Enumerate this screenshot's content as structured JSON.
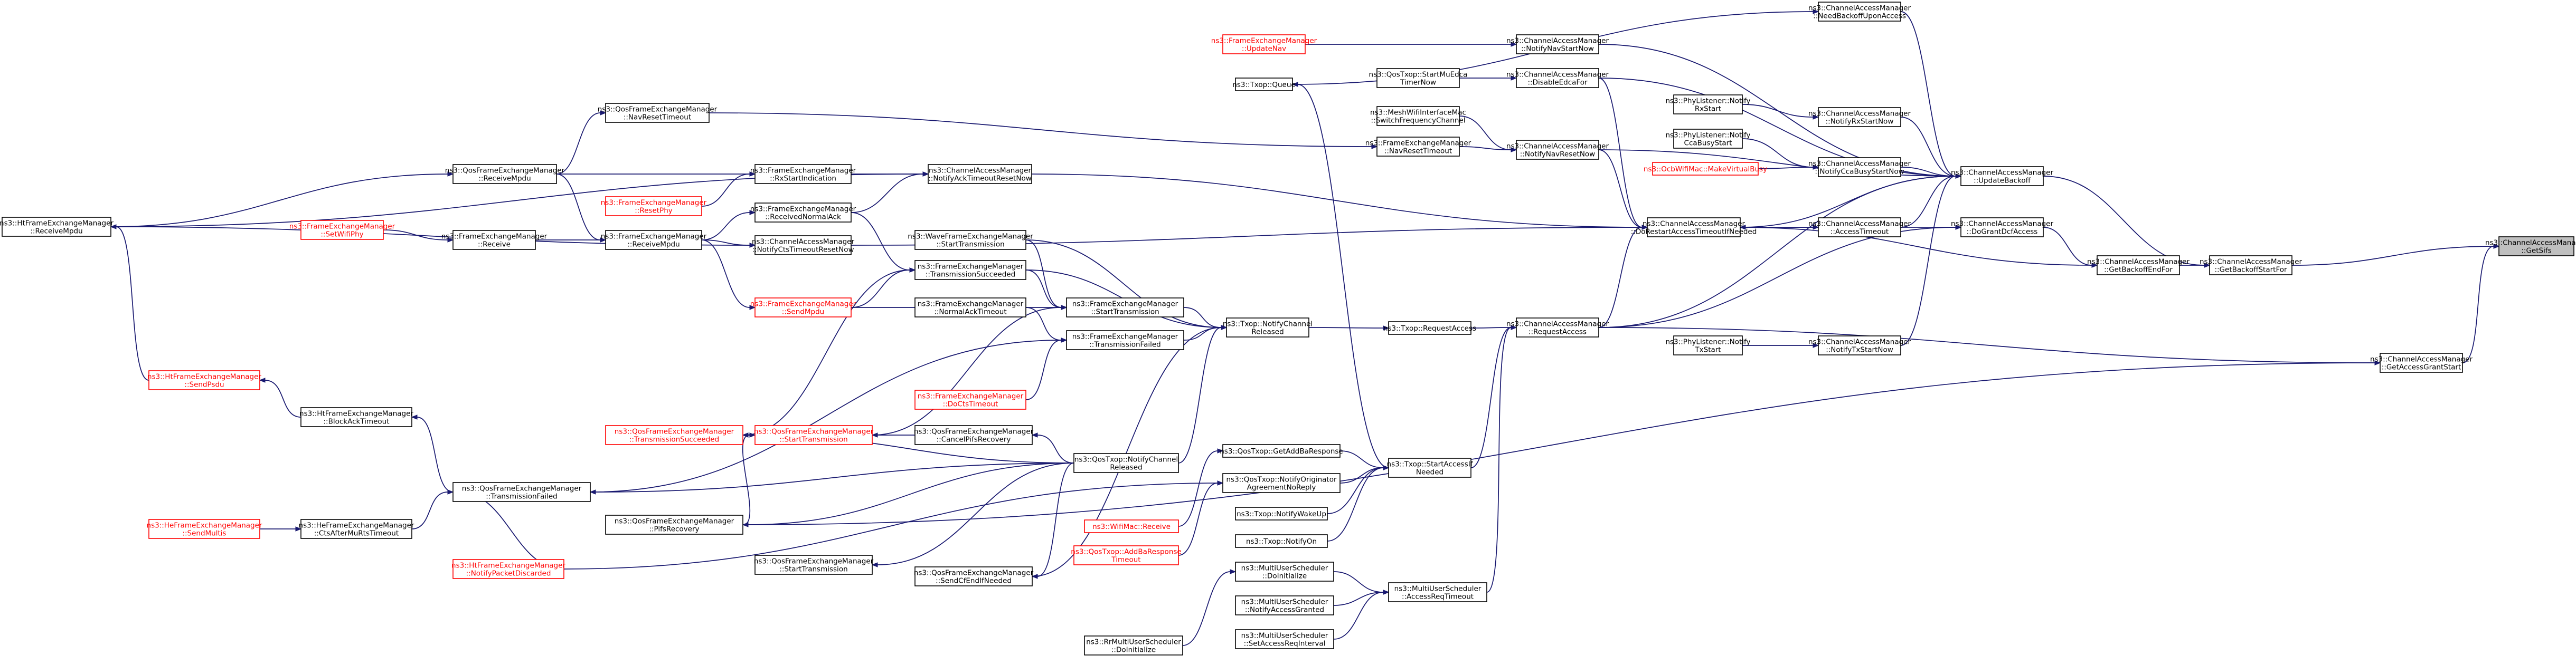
{
  "graph": {
    "colors": {
      "edge": "#191970",
      "normal_border": "#000000",
      "truncated_border": "#ff0000",
      "root_fill": "#bfbfbf",
      "node_fill": "#ffffff",
      "normal_text": "#000000",
      "truncated_text": "#ff0000"
    },
    "nodes": [
      {
        "id": "getsifs",
        "label": "ns3::ChannelAccessManager\n::GetSifs",
        "root": true
      },
      {
        "id": "getbackoffstartfor",
        "label": "ns3::ChannelAccessManager\n::GetBackoffStartFor"
      },
      {
        "id": "getaccessgrantstart",
        "label": "ns3::ChannelAccessManager\n::GetAccessGrantStart"
      },
      {
        "id": "getbackoffendfor",
        "label": "ns3::ChannelAccessManager\n::GetBackoffEndFor"
      },
      {
        "id": "updatebackoff",
        "label": "ns3::ChannelAccessManager\n::UpdateBackoff"
      },
      {
        "id": "dograntdcfaccess",
        "label": "ns3::ChannelAccessManager\n::DoGrantDcfAccess"
      },
      {
        "id": "needbackoffupon",
        "label": "ns3::ChannelAccessManager\n::NeedBackoffUponAccess"
      },
      {
        "id": "notifynavstartnow",
        "label": "ns3::ChannelAccessManager\n::NotifyNavStartNow"
      },
      {
        "id": "disableedcafor",
        "label": "ns3::ChannelAccessManager\n::DisableEdcaFor"
      },
      {
        "id": "notifyrxstartnow",
        "label": "ns3::ChannelAccessManager\n::NotifyRxStartNow"
      },
      {
        "id": "notifynavresetnow",
        "label": "ns3::ChannelAccessManager\n::NotifyNavResetNow"
      },
      {
        "id": "notifyccabusy",
        "label": "ns3::ChannelAccessManager\n::NotifyCcaBusyStartNow"
      },
      {
        "id": "accesstimeout",
        "label": "ns3::ChannelAccessManager\n::AccessTimeout"
      },
      {
        "id": "dorestart",
        "label": "ns3::ChannelAccessManager\n::DoRestartAccessTimeoutIfNeeded"
      },
      {
        "id": "requestaccess",
        "label": "ns3::ChannelAccessManager\n::RequestAccess"
      },
      {
        "id": "notifytxstartnow",
        "label": "ns3::ChannelAccessManager\n::NotifyTxStartNow"
      },
      {
        "id": "updatenav",
        "label": "ns3::FrameExchangeManager\n::UpdateNav",
        "truncated": true
      },
      {
        "id": "txopqueue",
        "label": "ns3::Txop::Queue"
      },
      {
        "id": "qosstartmultitid",
        "label": "ns3::QosTxop::StartMuEdca\nTimerNow"
      },
      {
        "id": "meshswitch",
        "label": "ns3::MeshWifiInterfaceMac\n::SwitchFrequencyChannel"
      },
      {
        "id": "fem_navresettimeout",
        "label": "ns3::FrameExchangeManager\n::NavResetTimeout"
      },
      {
        "id": "phy_rxstart",
        "label": "ns3::PhyListener::Notify\nRxStart"
      },
      {
        "id": "phy_ccabusy",
        "label": "ns3::PhyListener::Notify\nCcaBusyStart"
      },
      {
        "id": "ocb_virtualbusy",
        "label": "ns3::OcbWifiMac::MakeVirtualBusy",
        "truncated": true
      },
      {
        "id": "phy_txstart",
        "label": "ns3::PhyListener::Notify\nTxStart"
      },
      {
        "id": "txop_requestaccess",
        "label": "ns3::Txop::RequestAccess"
      },
      {
        "id": "txop_notifychannelreleased",
        "label": "ns3::Txop::NotifyChannel\nReleased"
      },
      {
        "id": "txop_startaccessifneeded",
        "label": "ns3::Txop::StartAccessIf\nNeeded"
      },
      {
        "id": "qfem_navresettimeout",
        "label": "ns3::QosFrameExchangeManager\n::NavResetTimeout"
      },
      {
        "id": "qfem_receivempdu",
        "label": "ns3::QosFrameExchangeManager\n::ReceiveMpdu"
      },
      {
        "id": "fem_rxstartindication",
        "label": "ns3::FrameExchangeManager\n::RxStartIndication"
      },
      {
        "id": "fem_resetphy",
        "label": "ns3::FrameExchangeManager\n::ResetPhy",
        "truncated": true
      },
      {
        "id": "fem_receivednormalack",
        "label": "ns3::FrameExchangeManager\n::ReceivedNormalAck"
      },
      {
        "id": "fem_setwifiphy",
        "label": "ns3::FrameExchangeManager\n::SetWifiPhy",
        "truncated": true
      },
      {
        "id": "fem_receive",
        "label": "ns3::FrameExchangeManager\n::Receive"
      },
      {
        "id": "fem_receivempdu",
        "label": "ns3::FrameExchangeManager\n::ReceiveMpdu"
      },
      {
        "id": "cam_notifyacktimeout",
        "label": "ns3::ChannelAccessManager\n::NotifyAckTimeoutResetNow"
      },
      {
        "id": "cam_notifyctstimeout",
        "label": "ns3::ChannelAccessManager\n::NotifyCtsTimeoutResetNow"
      },
      {
        "id": "wave_starttransmission",
        "label": "ns3::WaveFrameExchangeManager\n::StartTransmission"
      },
      {
        "id": "fem_transmissionsucceeded",
        "label": "ns3::FrameExchangeManager\n::TransmissionSucceeded"
      },
      {
        "id": "fem_sendmpdu",
        "label": "ns3::FrameExchangeManager\n::SendMpdu",
        "truncated": true
      },
      {
        "id": "fem_normalacktimeout",
        "label": "ns3::FrameExchangeManager\n::NormalAckTimeout"
      },
      {
        "id": "fem_starttransmission",
        "label": "ns3::FrameExchangeManager\n::StartTransmission"
      },
      {
        "id": "fem_transmissionfailed",
        "label": "ns3::FrameExchangeManager\n::TransmissionFailed"
      },
      {
        "id": "fem_doctstimeout",
        "label": "ns3::FrameExchangeManager\n::DoCtsTimeout",
        "truncated": true
      },
      {
        "id": "htfem_receivempdu",
        "label": "ns3::HtFrameExchangeManager\n::ReceiveMpdu"
      },
      {
        "id": "htfem_sendpsdu",
        "label": "ns3::HtFrameExchangeManager\n::SendPsdu",
        "truncated": true
      },
      {
        "id": "htfem_blockacktimeout",
        "label": "ns3::HtFrameExchangeManager\n::BlockAckTimeout"
      },
      {
        "id": "hefem_sendmultis",
        "label": "ns3::HeFrameExchangeManager\n::SendMultis",
        "truncated": true
      },
      {
        "id": "hefem_ctsafter",
        "label": "ns3::HeFrameExchangeManager\n::CtsAfterMuRtsTimeout"
      },
      {
        "id": "htfem_notifypacketdiscarded",
        "label": "ns3::HtFrameExchangeManager\n::NotifyPacketDiscarded",
        "truncated": true
      },
      {
        "id": "qfem_transmissionsucceeded",
        "label": "ns3::QosFrameExchangeManager\n::TransmissionSucceeded",
        "truncated": true
      },
      {
        "id": "qfem_starttransmission",
        "label": "ns3::QosFrameExchangeManager\n::StartTransmission",
        "truncated": true
      },
      {
        "id": "qfem_transmissionfailed",
        "label": "ns3::QosFrameExchangeManager\n::TransmissionFailed"
      },
      {
        "id": "qfem_pifsrecovery",
        "label": "ns3::QosFrameExchangeManager\n::PifsRecovery"
      },
      {
        "id": "qfem_cancelpifs",
        "label": "ns3::QosFrameExchangeManager\n::CancelPifsRecovery"
      },
      {
        "id": "qfem_starttransmission2",
        "label": "ns3::QosFrameExchangeManager\n::StartTransmission"
      },
      {
        "id": "qfem_sendcfendifneeded",
        "label": "ns3::QosFrameExchangeManager\n::SendCfEndIfNeeded"
      },
      {
        "id": "qostxop_notifychannelreleased",
        "label": "ns3::QosTxop::NotifyChannel\nReleased"
      },
      {
        "id": "qostxop_getaddbaresponse",
        "label": "ns3::QosTxop::GetAddBaResponse"
      },
      {
        "id": "qostxop_notifyoriginator",
        "label": "ns3::QosTxop::NotifyOriginator\nAgreementNoReply"
      },
      {
        "id": "wifimac_receive",
        "label": "ns3::WifiMac::Receive",
        "truncated": true
      },
      {
        "id": "qostxop_addbaresponsetimeout",
        "label": "ns3::QosTxop::AddBaResponse\nTimeout",
        "truncated": true
      },
      {
        "id": "txop_notifywakeup",
        "label": "ns3::Txop::NotifyWakeUp"
      },
      {
        "id": "txop_notifyon",
        "label": "ns3::Txop::NotifyOn"
      },
      {
        "id": "mus_doinitialize",
        "label": "ns3::MultiUserScheduler\n::DoInitialize"
      },
      {
        "id": "mus_accessreqtimeout",
        "label": "ns3::MultiUserScheduler\n::AccessReqTimeout"
      },
      {
        "id": "mus_notifyaccessgranted",
        "label": "ns3::MultiUserScheduler\n::NotifyAccessGranted"
      },
      {
        "id": "mus_setaccessreqinterval",
        "label": "ns3::MultiUserScheduler\n::SetAccessReqInterval"
      },
      {
        "id": "rr_doinitialize",
        "label": "ns3::RrMultiUserScheduler\n::DoInitialize"
      }
    ],
    "edges": [
      [
        "getbackoffstartfor",
        "getsifs"
      ],
      [
        "getaccessgrantstart",
        "getsifs"
      ],
      [
        "getbackoffendfor",
        "getbackoffstartfor"
      ],
      [
        "updatebackoff",
        "getbackoffstartfor"
      ],
      [
        "requestaccess",
        "getaccessgrantstart"
      ],
      [
        "qfem_pifsrecovery",
        "getaccessgrantstart"
      ],
      [
        "dograntdcfaccess",
        "getbackoffendfor"
      ],
      [
        "dorestart",
        "getbackoffendfor"
      ],
      [
        "needbackoffupon",
        "updatebackoff"
      ],
      [
        "notifynavstartnow",
        "updatebackoff"
      ],
      [
        "disableedcafor",
        "updatebackoff"
      ],
      [
        "notifyrxstartnow",
        "updatebackoff"
      ],
      [
        "notifynavresetnow",
        "updatebackoff"
      ],
      [
        "notifyccabusy",
        "updatebackoff"
      ],
      [
        "accesstimeout",
        "updatebackoff"
      ],
      [
        "dorestart",
        "updatebackoff"
      ],
      [
        "requestaccess",
        "updatebackoff"
      ],
      [
        "notifytxstartnow",
        "updatebackoff"
      ],
      [
        "accesstimeout",
        "dograntdcfaccess"
      ],
      [
        "requestaccess",
        "dograntdcfaccess"
      ],
      [
        "dorestart",
        "accesstimeout"
      ],
      [
        "accesstimeout",
        "dorestart"
      ],
      [
        "disableedcafor",
        "dorestart"
      ],
      [
        "notifynavresetnow",
        "dorestart"
      ],
      [
        "requestaccess",
        "dorestart"
      ],
      [
        "cam_notifyacktimeout",
        "dorestart"
      ],
      [
        "cam_notifyctstimeout",
        "dorestart"
      ],
      [
        "updatenav",
        "notifynavstartnow"
      ],
      [
        "txopqueue",
        "needbackoffupon"
      ],
      [
        "qosstartmultitid",
        "disableedcafor"
      ],
      [
        "phy_rxstart",
        "notifyrxstartnow"
      ],
      [
        "fem_navresettimeout",
        "notifynavresetnow"
      ],
      [
        "meshswitch",
        "notifynavresetnow"
      ],
      [
        "phy_ccabusy",
        "notifyccabusy"
      ],
      [
        "ocb_virtualbusy",
        "notifyccabusy"
      ],
      [
        "phy_txstart",
        "notifytxstartnow"
      ],
      [
        "txop_requestaccess",
        "requestaccess"
      ],
      [
        "txop_startaccessifneeded",
        "requestaccess"
      ],
      [
        "mus_accessreqtimeout",
        "requestaccess"
      ],
      [
        "txop_notifychannelreleased",
        "txop_requestaccess"
      ],
      [
        "qfem_navresettimeout",
        "fem_navresettimeout"
      ],
      [
        "txop_startaccessifneeded",
        "txopqueue"
      ],
      [
        "fem_rxstartindication",
        "cam_notifyacktimeout"
      ],
      [
        "fem_receivednormalack",
        "cam_notifyacktimeout"
      ],
      [
        "fem_receivempdu",
        "cam_notifyctstimeout"
      ],
      [
        "qfem_receivempdu",
        "qfem_navresettimeout"
      ],
      [
        "qfem_receivempdu",
        "fem_rxstartindication"
      ],
      [
        "fem_resetphy",
        "fem_rxstartindication"
      ],
      [
        "fem_setwifiphy",
        "fem_receive"
      ],
      [
        "fem_receive",
        "fem_receivempdu"
      ],
      [
        "qfem_receivempdu",
        "fem_receivempdu"
      ],
      [
        "htfem_receivempdu",
        "qfem_receivempdu"
      ],
      [
        "htfem_receivempdu",
        "cam_notifyacktimeout"
      ],
      [
        "htfem_receivempdu",
        "cam_notifyctstimeout"
      ],
      [
        "fem_receivempdu",
        "fem_receivednormalack"
      ],
      [
        "fem_receivednormalack",
        "fem_transmissionsucceeded"
      ],
      [
        "fem_sendmpdu",
        "fem_transmissionsucceeded"
      ],
      [
        "fem_receivempdu",
        "fem_sendmpdu"
      ],
      [
        "wave_starttransmission",
        "txop_notifychannelreleased"
      ],
      [
        "fem_transmissionsucceeded",
        "txop_notifychannelreleased"
      ],
      [
        "fem_starttransmission",
        "txop_notifychannelreleased"
      ],
      [
        "fem_transmissionfailed",
        "txop_notifychannelreleased"
      ],
      [
        "qostxop_notifychannelreleased",
        "txop_notifychannelreleased"
      ],
      [
        "wave_starttransmission",
        "fem_starttransmission"
      ],
      [
        "fem_transmissionsucceeded",
        "fem_starttransmission"
      ],
      [
        "fem_sendmpdu",
        "fem_starttransmission"
      ],
      [
        "fem_normalacktimeout",
        "fem_transmissionfailed"
      ],
      [
        "fem_doctstimeout",
        "fem_transmissionfailed"
      ],
      [
        "htfem_sendpsdu",
        "htfem_receivempdu"
      ],
      [
        "htfem_blockacktimeout",
        "htfem_sendpsdu"
      ],
      [
        "qfem_transmissionfailed",
        "htfem_blockacktimeout"
      ],
      [
        "hefem_sendmultis",
        "hefem_ctsafter"
      ],
      [
        "hefem_ctsafter",
        "qfem_transmissionfailed"
      ],
      [
        "htfem_notifypacketdiscarded",
        "qfem_transmissionfailed"
      ],
      [
        "qfem_transmissionfailed",
        "fem_transmissionfailed"
      ],
      [
        "qfem_transmissionsucceeded",
        "fem_transmissionsucceeded"
      ],
      [
        "qfem_starttransmission",
        "qfem_transmissionsucceeded"
      ],
      [
        "qfem_starttransmission",
        "fem_starttransmission"
      ],
      [
        "qfem_pifsrecovery",
        "qfem_starttransmission"
      ],
      [
        "qfem_cancelpifs",
        "qfem_starttransmission"
      ],
      [
        "qostxop_notifychannelreleased",
        "qfem_cancelpifs"
      ],
      [
        "qostxop_notifychannelreleased",
        "qfem_transmissionsucceeded"
      ],
      [
        "qostxop_notifychannelreleased",
        "qfem_transmissionfailed"
      ],
      [
        "qostxop_notifychannelreleased",
        "qfem_pifsrecovery"
      ],
      [
        "qostxop_notifychannelreleased",
        "qfem_starttransmission2"
      ],
      [
        "qostxop_notifychannelreleased",
        "qfem_sendcfendifneeded"
      ],
      [
        "qfem_sendcfendifneeded",
        "txop_notifychannelreleased"
      ],
      [
        "qostxop_getaddbaresponse",
        "txop_startaccessifneeded"
      ],
      [
        "qostxop_notifyoriginator",
        "txop_startaccessifneeded"
      ],
      [
        "txop_notifywakeup",
        "txop_startaccessifneeded"
      ],
      [
        "txop_notifyon",
        "txop_startaccessifneeded"
      ],
      [
        "wifimac_receive",
        "qostxop_getaddbaresponse"
      ],
      [
        "qostxop_addbaresponsetimeout",
        "qostxop_notifyoriginator"
      ],
      [
        "htfem_notifypacketdiscarded",
        "qostxop_notifyoriginator"
      ],
      [
        "mus_doinitialize",
        "mus_accessreqtimeout"
      ],
      [
        "mus_notifyaccessgranted",
        "mus_accessreqtimeout"
      ],
      [
        "mus_setaccessreqinterval",
        "mus_accessreqtimeout"
      ],
      [
        "rr_doinitialize",
        "mus_doinitialize"
      ]
    ]
  }
}
